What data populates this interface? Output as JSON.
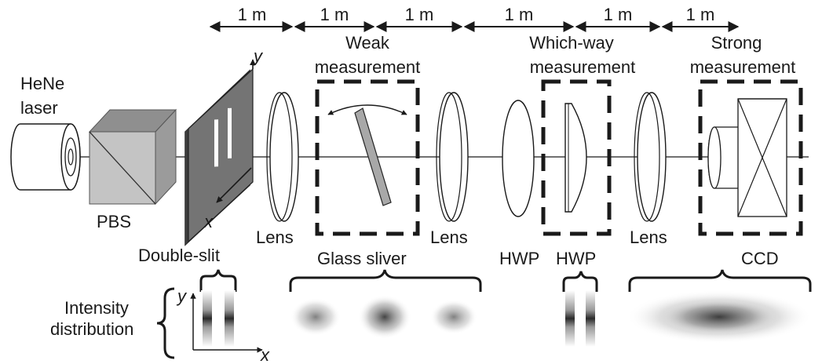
{
  "distances": [
    "1 m",
    "1 m",
    "1 m",
    "1 m",
    "1 m",
    "1 m"
  ],
  "labels": {
    "laser_line1": "HeNe",
    "laser_line2": "laser",
    "pbs": "PBS",
    "lens1": "Lens",
    "lens2": "Lens",
    "lens3": "Lens",
    "hwp1": "HWP",
    "hwp2": "HWP",
    "weak_line1": "Weak",
    "weak_line2": "measurement",
    "whichway_line1": "Which-way",
    "whichway_line2": "measurement",
    "strong_line1": "Strong",
    "strong_line2": "measurement",
    "double_slit": "Double-slit",
    "glass_sliver": "Glass sliver",
    "ccd": "CCD",
    "intensity_line1": "Intensity",
    "intensity_line2": "distribution",
    "axis_y_top": "y",
    "axis_x_top": "x",
    "axis_y_bottom": "y",
    "axis_x_bottom": "x"
  }
}
